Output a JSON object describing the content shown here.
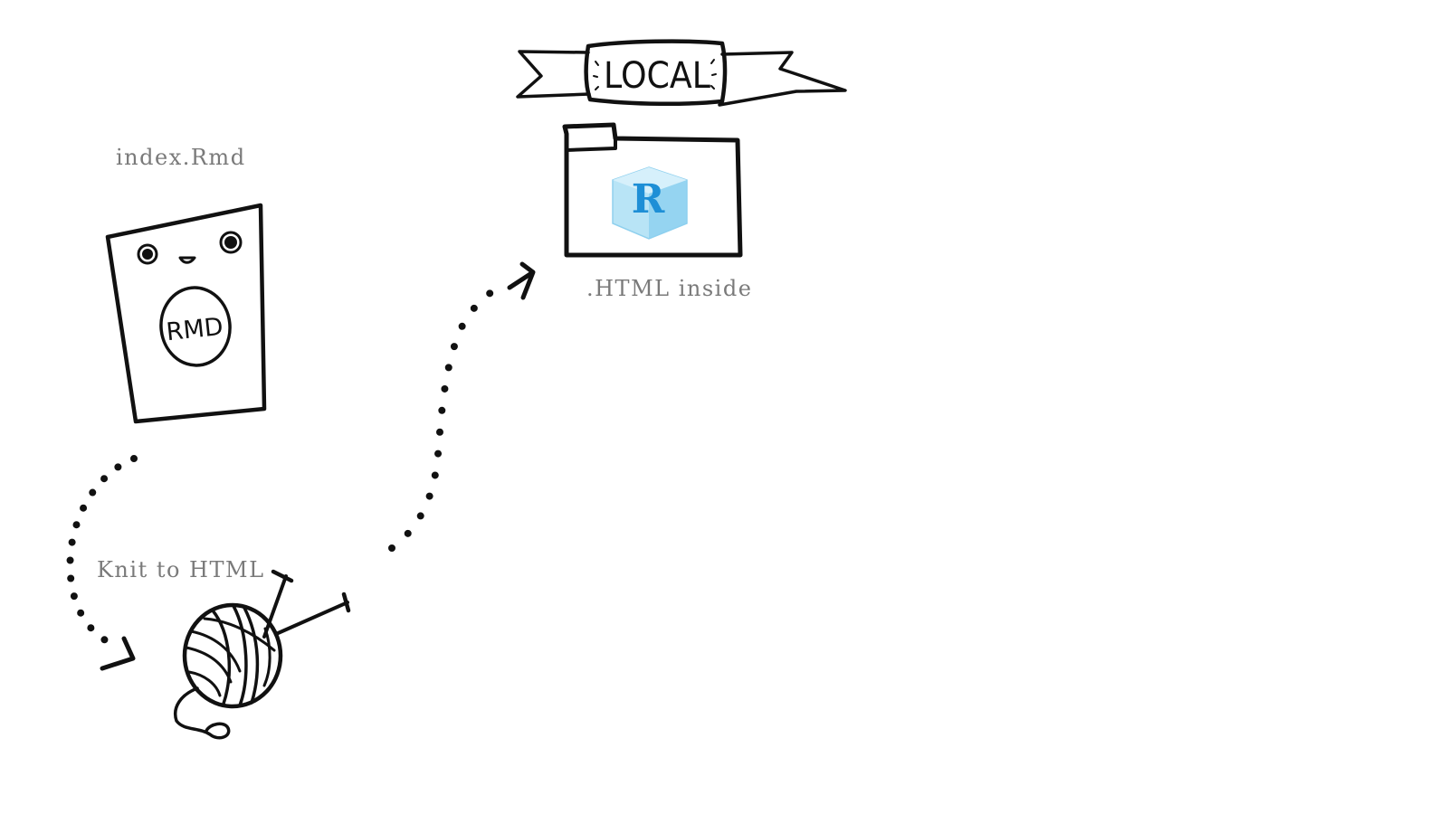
{
  "labels": {
    "rmd_file": "index.Rmd",
    "knit": "Knit to HTML",
    "html_inside": ".HTML inside"
  },
  "banner": {
    "text": "LOCAL"
  },
  "document": {
    "badge": "RMD"
  },
  "folder": {
    "logo_letter": "R"
  },
  "colors": {
    "ink": "#111111",
    "label": "#7a7a7a",
    "r_logo": "#1e8fd6",
    "r_logo_bg": "#9fd8f2"
  },
  "icons": [
    "document-icon",
    "yarn-ball-icon",
    "folder-icon",
    "r-logo-icon",
    "banner-icon",
    "arrow-icon"
  ]
}
